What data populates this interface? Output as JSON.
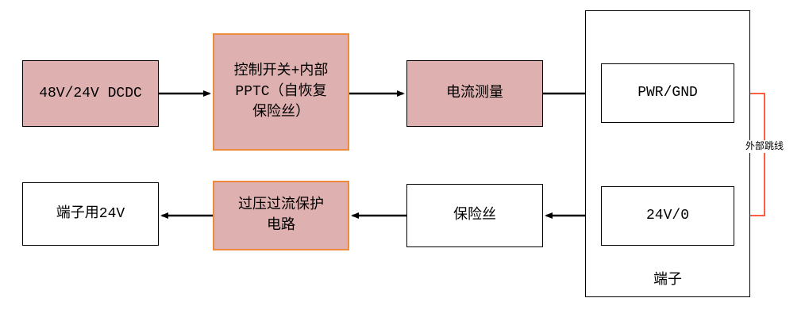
{
  "colors": {
    "node_fill_pink": "#dfb0b0",
    "node_border_orange": "#ed8a3c",
    "node_border_black": "#000000",
    "jumper_line_red": "#ff2a00",
    "arrow_black": "#000000"
  },
  "nodes": {
    "dcdc": {
      "label": "48V/24V DCDC"
    },
    "control_pptc": {
      "label": "控制开关+内部\nPPTC（自恢复\n保险丝）"
    },
    "current_measure": {
      "label": "电流测量"
    },
    "pwr_gnd": {
      "label": "PWR/GND"
    },
    "v24_0": {
      "label": "24V/0"
    },
    "terminal_group": {
      "label": "端子"
    },
    "fuse": {
      "label": "保险丝"
    },
    "ovp_ocp": {
      "label": "过压过流保护\n电路"
    },
    "terminal_24v": {
      "label": "端子用24V"
    },
    "external_jumper": {
      "label": "外部跳线"
    }
  }
}
